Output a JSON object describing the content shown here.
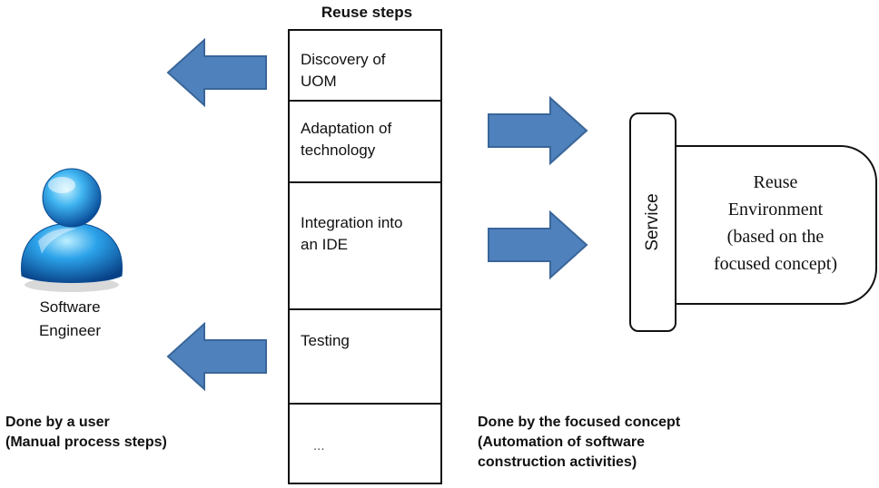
{
  "title": "Reuse steps",
  "steps": [
    {
      "label": "Discovery of\nUOM"
    },
    {
      "label": "Adaptation of\ntechnology"
    },
    {
      "label": "Integration into\nan IDE"
    },
    {
      "label": "Testing"
    },
    {
      "label": "..."
    }
  ],
  "actor": {
    "label": "Software\nEngineer",
    "icon": "user-icon"
  },
  "service_label": "Service",
  "environment_label": "Reuse\nEnvironment\n(based on the\nfocused concept)",
  "notes": {
    "left": "Done by a user\n(Manual process steps)",
    "right": "Done by the focused concept\n(Automation of software\nconstruction activities)"
  },
  "colors": {
    "arrow_fill": "#4f81bd",
    "arrow_stroke": "#3a6699",
    "box_border": "#111111"
  }
}
